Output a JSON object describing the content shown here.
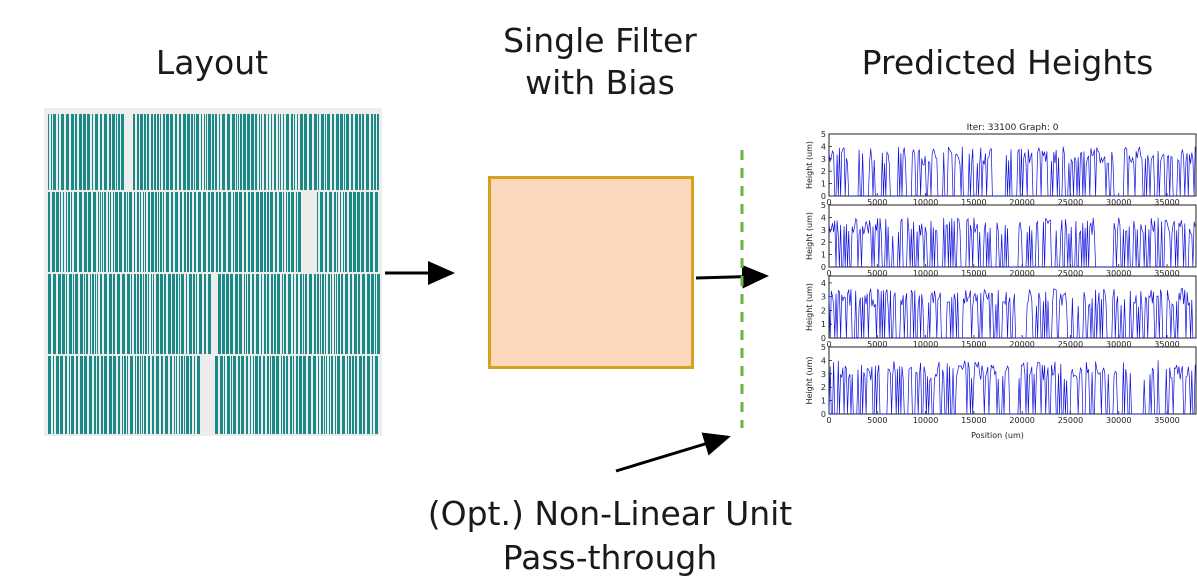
{
  "titles": {
    "layout": "Layout",
    "filter_line1": "Single Filter",
    "filter_line2": "with Bias",
    "predicted": "Predicted Heights",
    "nonlinear_line1": "(Opt.) Non-Linear Unit",
    "nonlinear_line2": "Pass-through"
  },
  "colors": {
    "layout_stripes": "#1b8a86",
    "filter_fill": "#fcd9bc",
    "filter_border": "#d6a21e",
    "dashed_line": "#6db33f",
    "plot_line": "#1010e0",
    "arrow": "#000000"
  },
  "chart_data": {
    "type": "line",
    "title": "Iter: 33100 Graph: 0",
    "xlabel": "Position (um)",
    "ylabel": "Height (um)",
    "xticks": [
      "0",
      "5000",
      "10000",
      "15000",
      "20000",
      "25000",
      "30000",
      "35000"
    ],
    "xlim": [
      0,
      38000
    ],
    "panels": [
      {
        "yticks": [
          "0",
          "1",
          "2",
          "3",
          "4",
          "5"
        ],
        "ylim": [
          0,
          5
        ]
      },
      {
        "yticks": [
          "0",
          "1",
          "2",
          "3",
          "4",
          "5"
        ],
        "ylim": [
          0,
          5
        ]
      },
      {
        "yticks": [
          "0",
          "1",
          "2",
          "3",
          "4"
        ],
        "ylim": [
          0,
          4.5
        ]
      },
      {
        "yticks": [
          "0",
          "1",
          "2",
          "3",
          "4",
          "5"
        ],
        "ylim": [
          0,
          5
        ]
      }
    ]
  }
}
